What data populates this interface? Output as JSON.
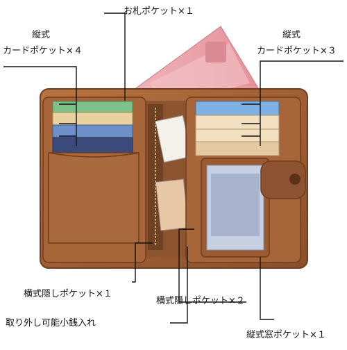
{
  "labels": {
    "bill_pocket": "お札ポケット×１",
    "vertical_card_left_line1": "縦式",
    "vertical_card_left_line2": "カードポケット×４",
    "vertical_card_right_line1": "縦式",
    "vertical_card_right_line2": "カードポケット×３",
    "horizontal_hidden_1": "横式隠しポケット×１",
    "horizontal_hidden_2": "横式隠しポケット×２",
    "removable_coin": "取り外し可能小銭入れ",
    "vertical_window": "縦式窓ポケット×１"
  },
  "colors": {
    "leather": "#a9663a",
    "leather_dark": "#7a4526",
    "banknote": "#e8a1a8",
    "line": "#111111"
  }
}
